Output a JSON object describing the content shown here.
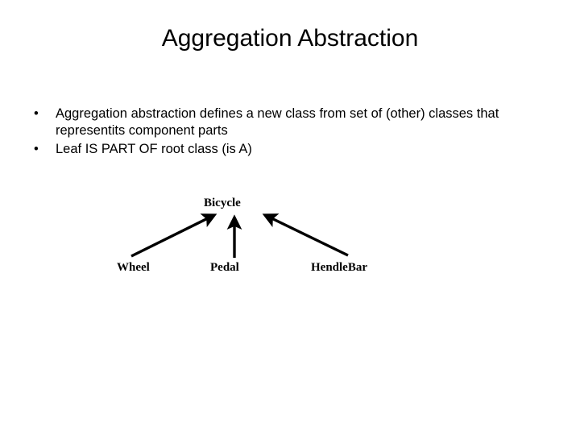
{
  "slide": {
    "title": "Aggregation Abstraction",
    "background_color": "#ffffff",
    "text_color": "#000000"
  },
  "body": {
    "bullet_marker": "•",
    "items": [
      "Aggregation abstraction defines a new class from set of (other) classes that representits component parts",
      "Leaf IS PART OF root class (is A)"
    ]
  },
  "diagram": {
    "type": "aggregation-hierarchy",
    "root": "Bicycle",
    "leaves": [
      "Wheel",
      "Pedal",
      "HendleBar"
    ],
    "arrow_color": "#000000",
    "arrows": [
      {
        "from": "Wheel",
        "to": "Bicycle"
      },
      {
        "from": "Pedal",
        "to": "Bicycle"
      },
      {
        "from": "HendleBar",
        "to": "Bicycle"
      }
    ]
  }
}
